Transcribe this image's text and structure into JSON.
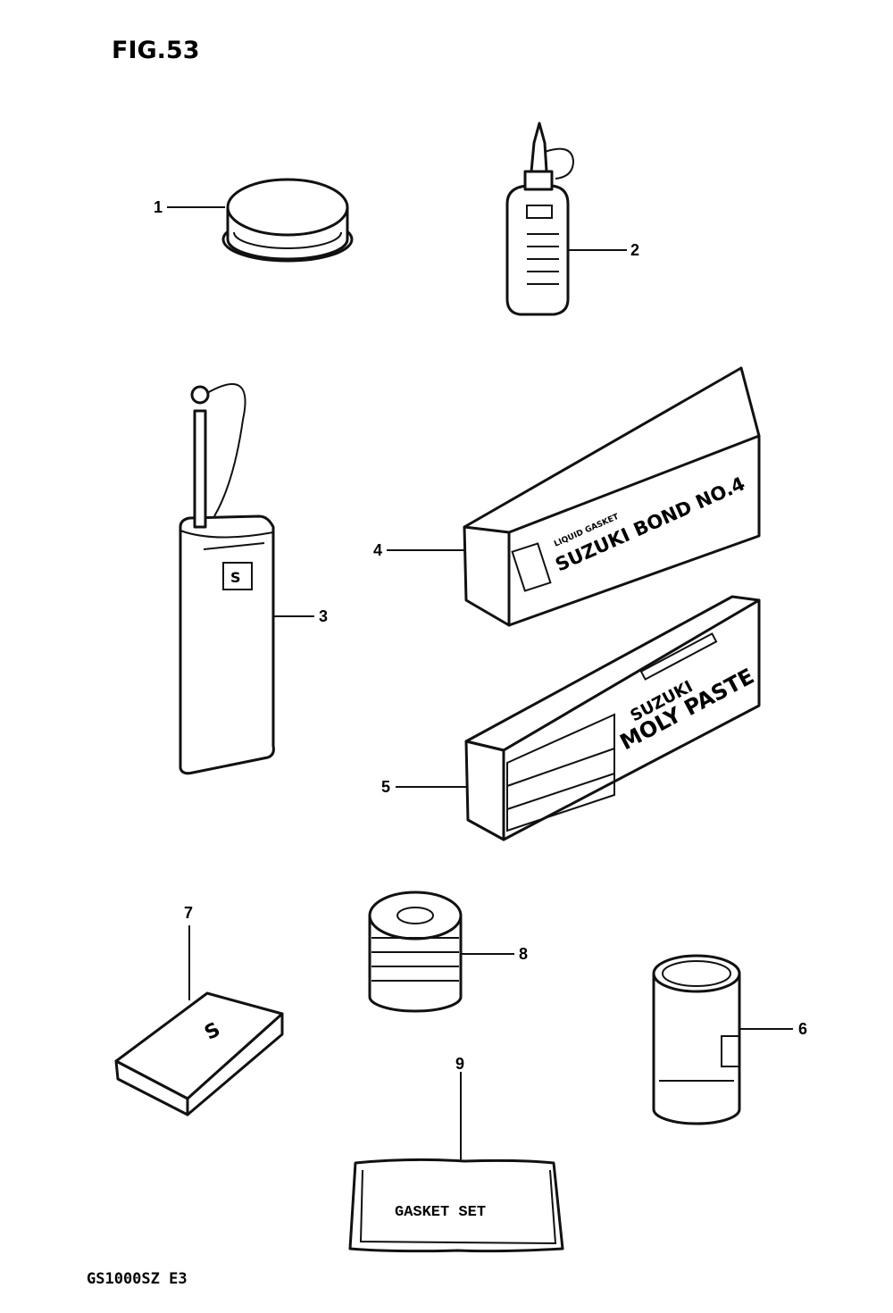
{
  "figure": {
    "title": "FIG.53",
    "model_code": "GS1000SZ E3"
  },
  "callouts": [
    "1",
    "2",
    "3",
    "4",
    "5",
    "6",
    "7",
    "8",
    "9"
  ],
  "labels": {
    "bond_small": "LIQUID GASKET",
    "bond_brand": "SUZUKI BOND NO.4",
    "moly_brand_1": "SUZUKI",
    "moly_brand_2": "MOLY PASTE",
    "gasket_set": "GASKET SET"
  }
}
